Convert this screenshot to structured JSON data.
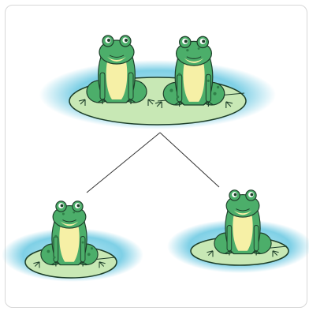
{
  "diagram": {
    "parent": {
      "label": "",
      "frogs": 2
    },
    "children": [
      {
        "label": "",
        "frogs": 1
      },
      {
        "label": "",
        "frogs": 1
      }
    ]
  },
  "colors": {
    "water": "#7fd0e6",
    "lily_pad": "#c8e8b5",
    "frog_green": "#4cae6a",
    "frog_belly": "#f6f0a6",
    "frog_spots": "#2f7f48",
    "outline": "#1e3f2a",
    "connector": "#333333",
    "frame": "#d7d7d7"
  }
}
